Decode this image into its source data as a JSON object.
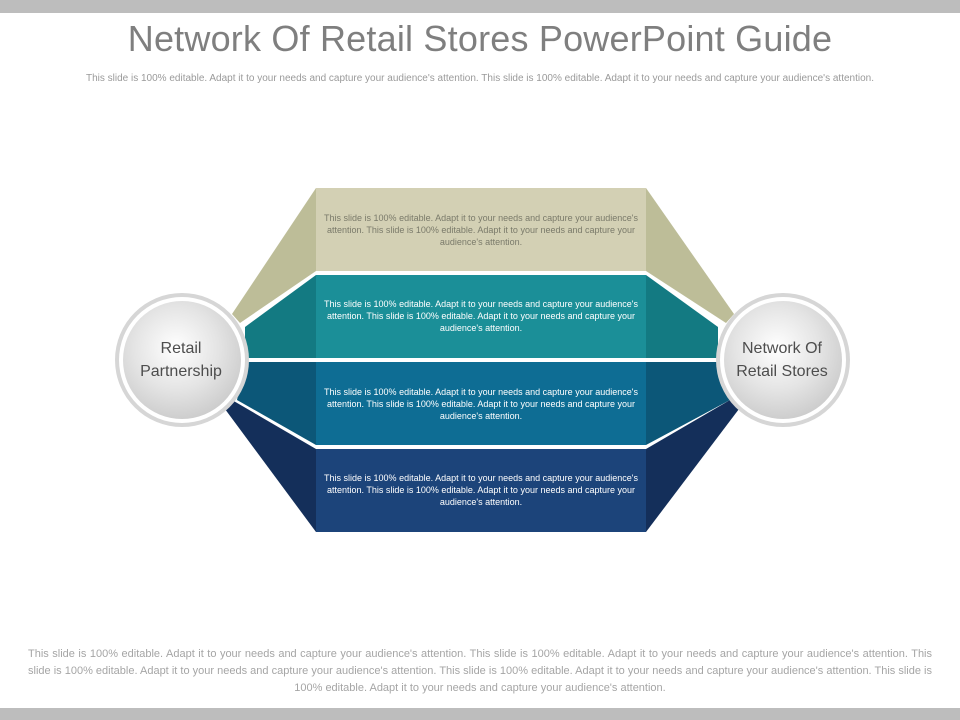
{
  "slide": {
    "title": "Network Of Retail Stores PowerPoint Guide",
    "subtitle": "This slide is 100% editable. Adapt it to your needs and capture your audience's attention. This slide is 100% editable. Adapt it to your needs and capture your audience's attention.",
    "footer": "This slide is 100% editable. Adapt it to your needs and capture your audience's attention. This slide is 100% editable. Adapt it to your needs and capture your audience's attention. This slide is 100% editable. Adapt it to your needs and capture your audience's attention. This slide is 100% editable. Adapt it to your needs and capture your audience's attention. This slide is 100% editable. Adapt it to your needs and capture your audience's attention."
  },
  "diagram": {
    "left_circle": "Retail Partnership",
    "right_circle": "Network Of Retail Stores",
    "bands": [
      {
        "text": "This slide is 100% editable.  Adapt it to your needs and capture your audience's attention. This slide is 100% editable.  Adapt it to your needs and capture your audience's attention.",
        "color": "#d3d0b4",
        "side_color": "#bdbd98"
      },
      {
        "text": "This slide is 100% editable.  Adapt it to your needs and capture your audience's attention. This slide is 100% editable.  Adapt it to your needs and capture your audience's attention.",
        "color": "#1b8f98",
        "side_color": "#137a82"
      },
      {
        "text": "This slide is 100% editable.  Adapt it to your needs and capture your audience's attention. This slide is 100% editable.  Adapt it to your needs and capture your audience's attention.",
        "color": "#0e6d94",
        "side_color": "#0c5778"
      },
      {
        "text": "This slide is 100% editable.  Adapt it to your needs and capture your audience's attention. This slide is 100% editable.  Adapt it to your needs and capture your audience's attention.",
        "color": "#1c447a",
        "side_color": "#142f5a"
      }
    ]
  }
}
